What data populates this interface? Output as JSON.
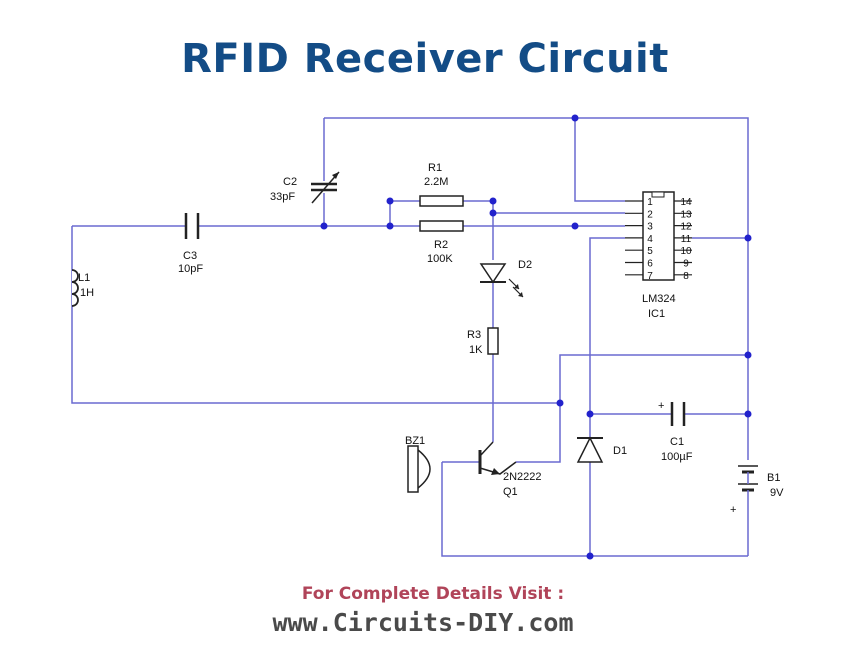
{
  "title": "RFID Receiver Circuit",
  "colors": {
    "title": "#134c86",
    "wire": "#6a6ad0",
    "footer_visit": "#b04459",
    "footer_site": "#4a4a4a"
  },
  "components": {
    "L1": {
      "ref": "L1",
      "value": "1H"
    },
    "C3": {
      "ref": "C3",
      "value": "10pF"
    },
    "C2": {
      "ref": "C2",
      "value": "33pF"
    },
    "R1": {
      "ref": "R1",
      "value": "2.2M"
    },
    "R2": {
      "ref": "R2",
      "value": "100K"
    },
    "D2": {
      "ref": "D2"
    },
    "R3": {
      "ref": "R3",
      "value": "1K"
    },
    "BZ1": {
      "ref": "BZ1"
    },
    "Q1": {
      "ref": "Q1",
      "value": "2N2222"
    },
    "D1": {
      "ref": "D1"
    },
    "C1": {
      "ref": "C1",
      "value": "100µF",
      "polarity": "+"
    },
    "B1": {
      "ref": "B1",
      "value": "9V",
      "polarity": "+"
    },
    "IC1": {
      "ref": "IC1",
      "part": "LM324",
      "pins_left": [
        "1",
        "2",
        "3",
        "4",
        "5",
        "6",
        "7"
      ],
      "pins_right": [
        "14",
        "13",
        "12",
        "11",
        "10",
        "9",
        "8"
      ]
    }
  },
  "footer": {
    "visit": "For Complete Details Visit :",
    "site": "www.Circuits-DIY.com"
  }
}
